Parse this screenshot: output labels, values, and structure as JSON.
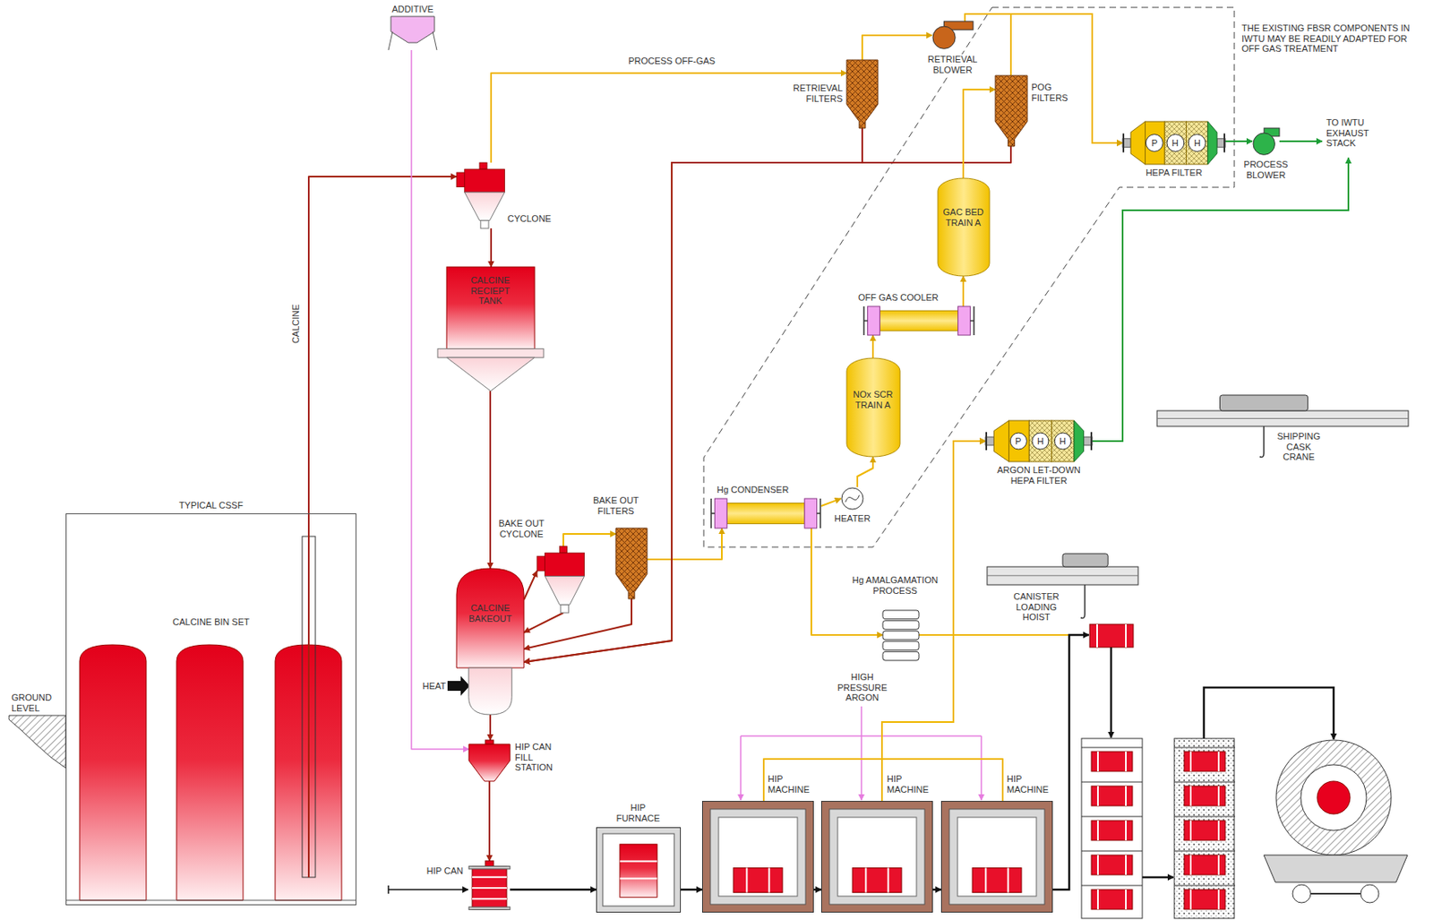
{
  "diagram": {
    "nodes": [
      {
        "text": [
          "ADDITIVE"
        ]
      },
      {
        "text": [
          "TYPICAL CSSF",
          "CALCINE BIN SET"
        ]
      },
      {
        "text": [
          "CYCLONE"
        ]
      },
      {
        "text": [
          "CALCINE RECIEPT TANK"
        ]
      },
      {
        "text": [
          "CALCINE BAKEOUT"
        ]
      },
      {
        "text": [
          "BAKE OUT CYCLONE"
        ]
      },
      {
        "text": [
          "BAKE OUT FILTERS"
        ]
      },
      {
        "text": [
          "RETRIEVAL FILTERS"
        ]
      },
      {
        "text": [
          "RETRIEVAL BLOWER"
        ]
      },
      {
        "text": [
          "POG FILTERS"
        ]
      },
      {
        "text": [
          "P",
          "H",
          "H",
          "HEPA FILTER"
        ]
      },
      {
        "text": [
          "PROCESS BLOWER"
        ]
      },
      {
        "text": [
          "GAC BED TRAIN A"
        ]
      },
      {
        "text": [
          "OFF GAS COOLER"
        ]
      },
      {
        "text": [
          "NOx SCR TRAIN A"
        ]
      },
      {
        "text": [
          "Hg CONDENSER"
        ]
      },
      {
        "text": [
          "HEATER"
        ]
      },
      {
        "text": [
          "Hg AMALGAMATION PROCESS"
        ]
      },
      {
        "text": [
          "P",
          "H",
          "H",
          "ARGON LET-DOWN HEPA FILTER"
        ]
      },
      {
        "text": [
          "HIP CAN FILL STATION"
        ]
      },
      {
        "text": [
          "HIP CAN"
        ]
      },
      {
        "text": [
          "HIP FURNACE"
        ]
      },
      {
        "text": [
          "HIP MACHINE"
        ]
      },
      {
        "text": [
          "HIP MACHINE"
        ]
      },
      {
        "text": [
          "HIP MACHINE"
        ]
      },
      {
        "text": [
          "CANISTER LOADING HOIST"
        ]
      },
      {
        "text": [
          "SHIPPING CASK CRANE"
        ]
      }
    ],
    "edges": [
      {
        "from": 1,
        "to": 2,
        "label": "CALCINE",
        "arrow": "to"
      },
      {
        "from": 2,
        "to": 7,
        "label": "PROCESS OFF-GAS",
        "arrow": "to"
      },
      {
        "from": 2,
        "to": 3,
        "arrow": "to"
      },
      {
        "from": 3,
        "to": 4,
        "arrow": "to"
      },
      {
        "from": 0,
        "to": 19,
        "arrow": "to"
      },
      {
        "from": 4,
        "to": 5,
        "arrow": "to"
      },
      {
        "from": 5,
        "to": 6,
        "arrow": "to"
      },
      {
        "from": 6,
        "to": 15,
        "arrow": "to"
      },
      {
        "from": 5,
        "to": 4,
        "arrow": "to"
      },
      {
        "from": 6,
        "to": 4,
        "arrow": "to"
      },
      {
        "from": 7,
        "to": 4,
        "arrow": "to"
      },
      {
        "from": 9,
        "to": 4,
        "arrow": "to"
      },
      {
        "from": 7,
        "to": 8,
        "arrow": "to"
      },
      {
        "from": 8,
        "to": 10,
        "arrow": "to"
      },
      {
        "from": 9,
        "to": 10,
        "arrow": "to"
      },
      {
        "from": 12,
        "to": 9,
        "arrow": "to"
      },
      {
        "from": 13,
        "to": 12,
        "arrow": "to"
      },
      {
        "from": 14,
        "to": 13,
        "arrow": "to"
      },
      {
        "from": 16,
        "to": 14,
        "arrow": "to"
      },
      {
        "from": 15,
        "to": 16,
        "arrow": "to"
      },
      {
        "from": 15,
        "to": 17,
        "arrow": "to"
      },
      {
        "from": 22,
        "to": 18,
        "arrow": "to"
      },
      {
        "from": 23,
        "to": 18,
        "arrow": "to"
      },
      {
        "from": 24,
        "to": 18,
        "arrow": "to"
      },
      {
        "from": 10,
        "to": 11,
        "arrow": "to"
      },
      {
        "from": 4,
        "to": 19,
        "arrow": "to"
      },
      {
        "from": 19,
        "to": 20,
        "arrow": "to"
      },
      {
        "from": 20,
        "to": 21,
        "arrow": "to"
      },
      {
        "from": 21,
        "to": 22,
        "arrow": "to"
      },
      {
        "from": 22,
        "to": 23,
        "arrow": "to"
      },
      {
        "from": 23,
        "to": 24,
        "arrow": "to"
      }
    ],
    "labels": [
      "THE EXISTING FBSR COMPONENTS IN IWTU MAY BE READILY ADAPTED FOR OFF GAS TREATMENT",
      "TO IWTU EXHAUST STACK",
      "GROUND LEVEL",
      "HEAT",
      "HIGH PRESSURE ARGON"
    ]
  }
}
